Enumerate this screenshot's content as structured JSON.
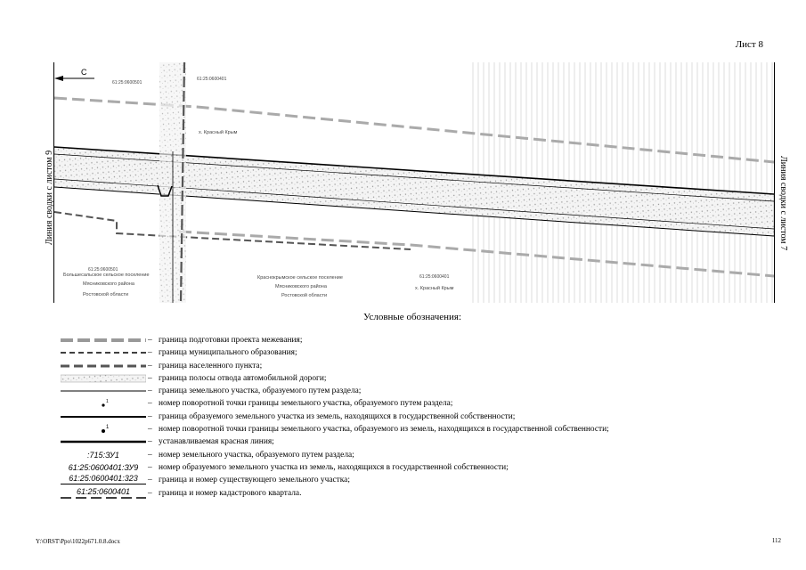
{
  "sheet": "Лист 8",
  "side_left": "Линия сводки с листом 9",
  "side_right": "Линия сводки с листом 7",
  "map": {
    "north": "С",
    "labels": [
      {
        "id": "q1",
        "text": "61:25:0600501"
      },
      {
        "id": "q2",
        "text": "61:25:0600401"
      },
      {
        "id": "v1",
        "text": "х. Красный Крым"
      },
      {
        "id": "s1",
        "text": "Большесальское сельское поселение"
      },
      {
        "id": "s2",
        "text": "Мясниковского района"
      },
      {
        "id": "s3",
        "text": "Ростовской области"
      },
      {
        "id": "s4",
        "text": "Краснокрымское сельское поселение"
      },
      {
        "id": "s5",
        "text": "Мясниковского района"
      },
      {
        "id": "s6",
        "text": "Ростовской области"
      },
      {
        "id": "q3",
        "text": "61:25:0600401"
      },
      {
        "id": "v2",
        "text": "х. Красный Крым"
      },
      {
        "id": "q4",
        "text": "61:25:0600501"
      }
    ]
  },
  "legend": {
    "title": "Условные обозначения:",
    "items": [
      {
        "text": "граница подготовки проекта межевания;"
      },
      {
        "text": "граница муниципального образования;"
      },
      {
        "text": "граница населенного пункта;"
      },
      {
        "text": "граница полосы отвода автомобильной дороги;"
      },
      {
        "text": "граница земельного участка, образуемого путем раздела;"
      },
      {
        "text": "номер поворотной точки границы земельного участка, образуемого путем раздела;"
      },
      {
        "text": "граница образуемого земельного участка из земель, находящихся в государственной собственности;"
      },
      {
        "text": "номер поворотной точки границы земельного участка, образуемого из земель, находящихся в государственной собственности;"
      },
      {
        "text": "устанавливаемая красная линия;"
      },
      {
        "text": "номер земельного участка, образуемого путем раздела;",
        "sym": ":715:ЗУ1"
      },
      {
        "text": "номер образуемого земельного участка из земель, находящихся в государственной собственности;",
        "sym": "61:25:0600401:ЗУ9"
      },
      {
        "text": "граница и номер существующего земельного участка;",
        "sym": "61:25:0600401:323"
      },
      {
        "text": "граница и номер кадастрового квартала.",
        "sym": "61:25:0600401"
      }
    ]
  },
  "footer_left": "Y:\\ORST\\Ppo\\1022p671.0.8.docx",
  "footer_right": "112"
}
